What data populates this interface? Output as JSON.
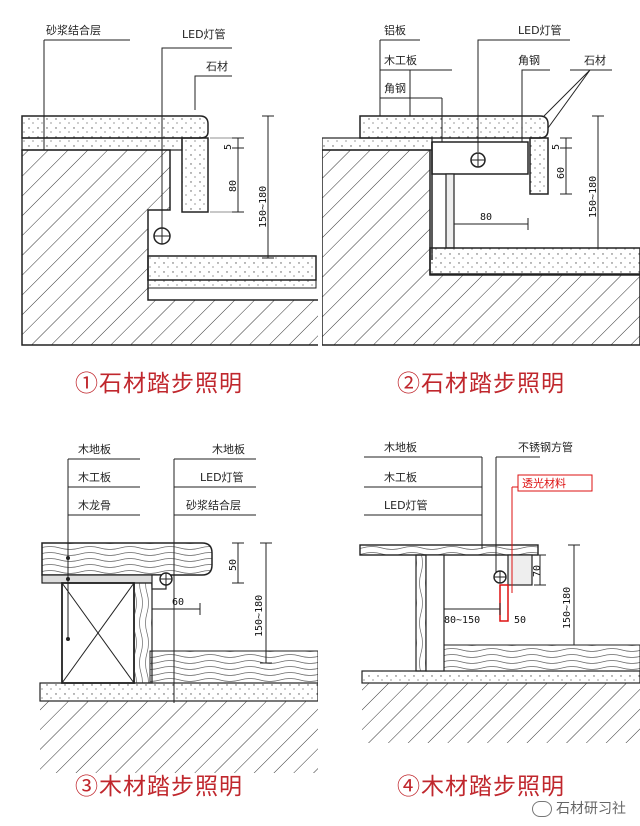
{
  "panels": [
    {
      "caption": "①石材踏步照明",
      "labels": {
        "mortar": "砂浆结合层",
        "led": "LED灯管",
        "stone": "石材"
      },
      "dims": {
        "d5": "5",
        "d80": "80",
        "d150": "150~180"
      }
    },
    {
      "caption": "②石材踏步照明",
      "labels": {
        "aluminum": "铝板",
        "led": "LED灯管",
        "board": "木工板",
        "angle1": "角钢",
        "stone": "石材",
        "angle2": "角钢"
      },
      "dims": {
        "d5": "5",
        "d60": "60",
        "d80": "80",
        "d150": "150~180"
      }
    },
    {
      "caption": "③木材踏步照明",
      "labels": {
        "floor_l": "木地板",
        "floor_r": "木地板",
        "board": "木工板",
        "led": "LED灯管",
        "keel": "木龙骨",
        "mortar": "砂浆结合层"
      },
      "dims": {
        "d50": "50",
        "d60": "60",
        "d150": "150~180"
      }
    },
    {
      "caption": "④木材踏步照明",
      "labels": {
        "floor": "木地板",
        "steel": "不锈钢方管",
        "board": "木工板",
        "translucent": "透光材料",
        "led": "LED灯管"
      },
      "dims": {
        "d70": "70",
        "d80": "80~150",
        "d50": "50",
        "d150": "150~180"
      }
    }
  ],
  "watermark": "石材研习社"
}
